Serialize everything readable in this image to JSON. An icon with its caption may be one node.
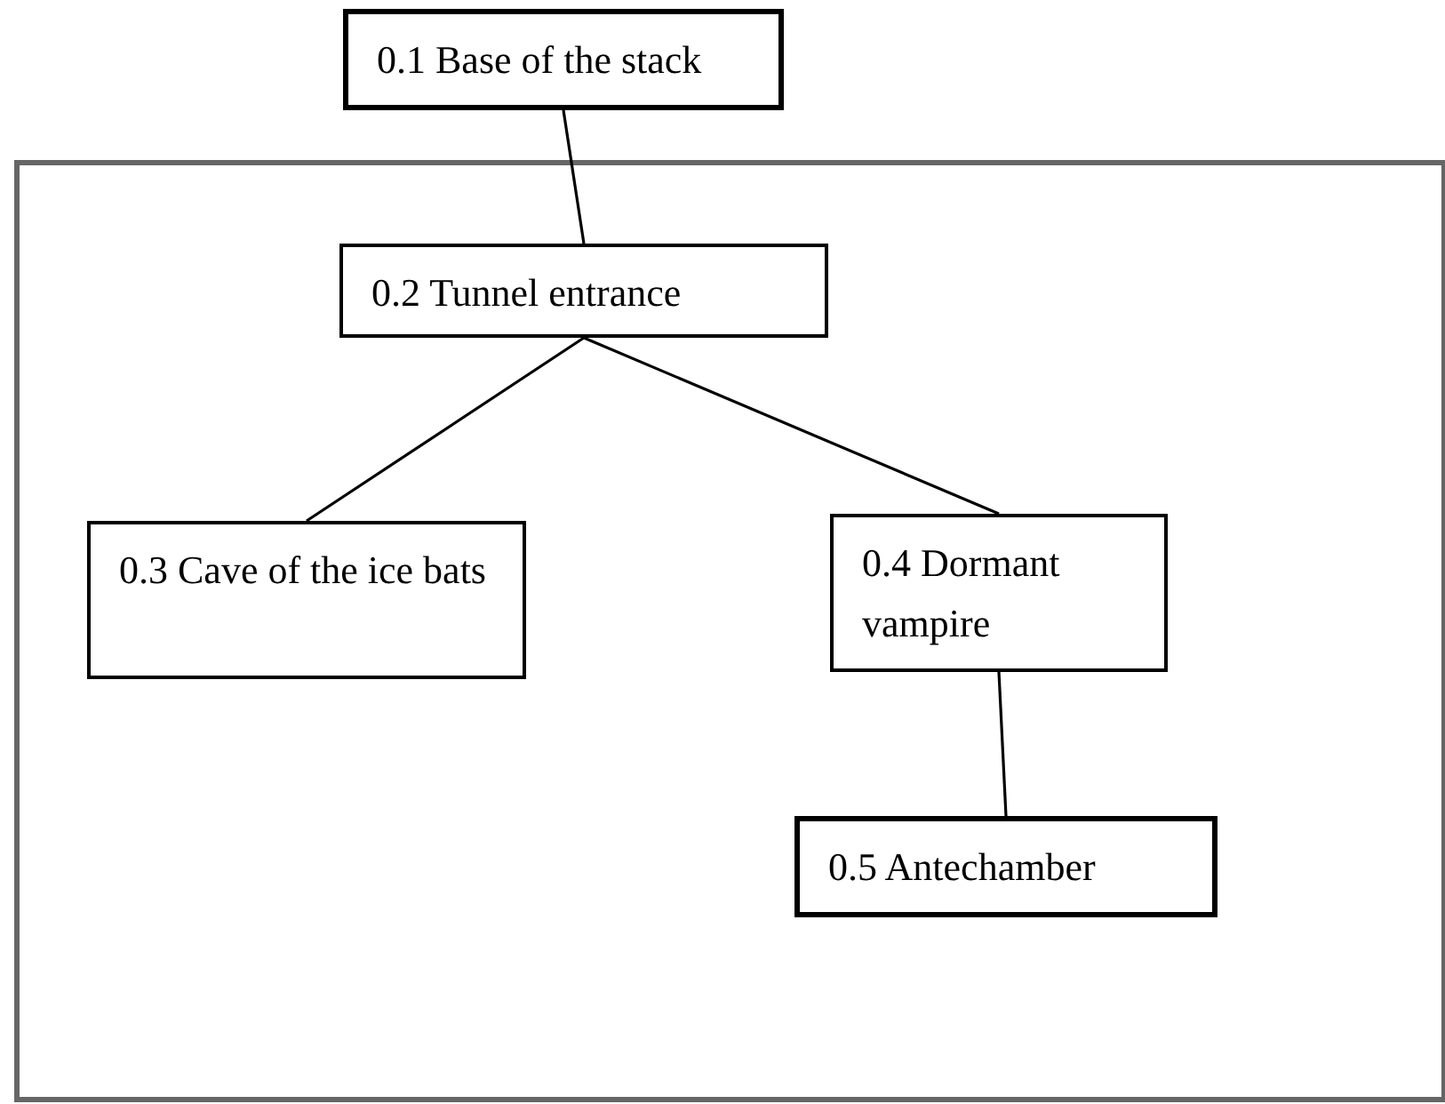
{
  "diagram": {
    "nodes": [
      {
        "text": [
          "0.1 Base of the stack"
        ]
      },
      {
        "text": [],
        "shape": "box"
      },
      {
        "text": [
          "0.2 Tunnel entrance"
        ],
        "in": 1
      },
      {
        "text": [
          "0.3 Cave of the ice bats"
        ],
        "in": 1
      },
      {
        "text": [
          "0.4 Dormant vampire"
        ],
        "in": 1
      },
      {
        "text": [
          "0.5 Antechamber"
        ],
        "in": 1
      }
    ],
    "edges": [
      {
        "from": 0,
        "to": 2,
        "arrow": "none"
      },
      {
        "from": 2,
        "to": 3,
        "arrow": "none"
      },
      {
        "from": 2,
        "to": 4,
        "arrow": "none"
      },
      {
        "from": 4,
        "to": 5,
        "arrow": "none"
      }
    ]
  }
}
